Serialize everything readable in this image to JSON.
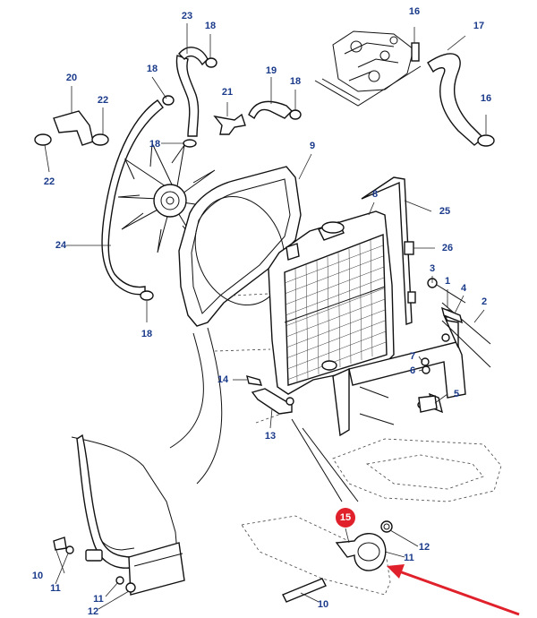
{
  "labels": {
    "l1": "1",
    "l2": "2",
    "l3": "3",
    "l4": "4",
    "l5": "5",
    "l6": "6",
    "l7": "7",
    "l8": "8",
    "l9": "9",
    "l10a": "10",
    "l10b": "10",
    "l11a": "11",
    "l11b": "11",
    "l11c": "11",
    "l12a": "12",
    "l12b": "12",
    "l13": "13",
    "l14": "14",
    "l15": "15",
    "l16a": "16",
    "l16b": "16",
    "l17": "17",
    "l18a": "18",
    "l18b": "18",
    "l18c": "18",
    "l18d": "18",
    "l18e": "18",
    "l19": "19",
    "l20": "20",
    "l21": "21",
    "l22a": "22",
    "l22b": "22",
    "l23": "23",
    "l24": "24",
    "l25": "25",
    "l26": "26"
  },
  "colors": {
    "highlight_badge": "#e0202a",
    "pointer_arrow": "#e0202a",
    "label_text": "#1a3a8a"
  }
}
